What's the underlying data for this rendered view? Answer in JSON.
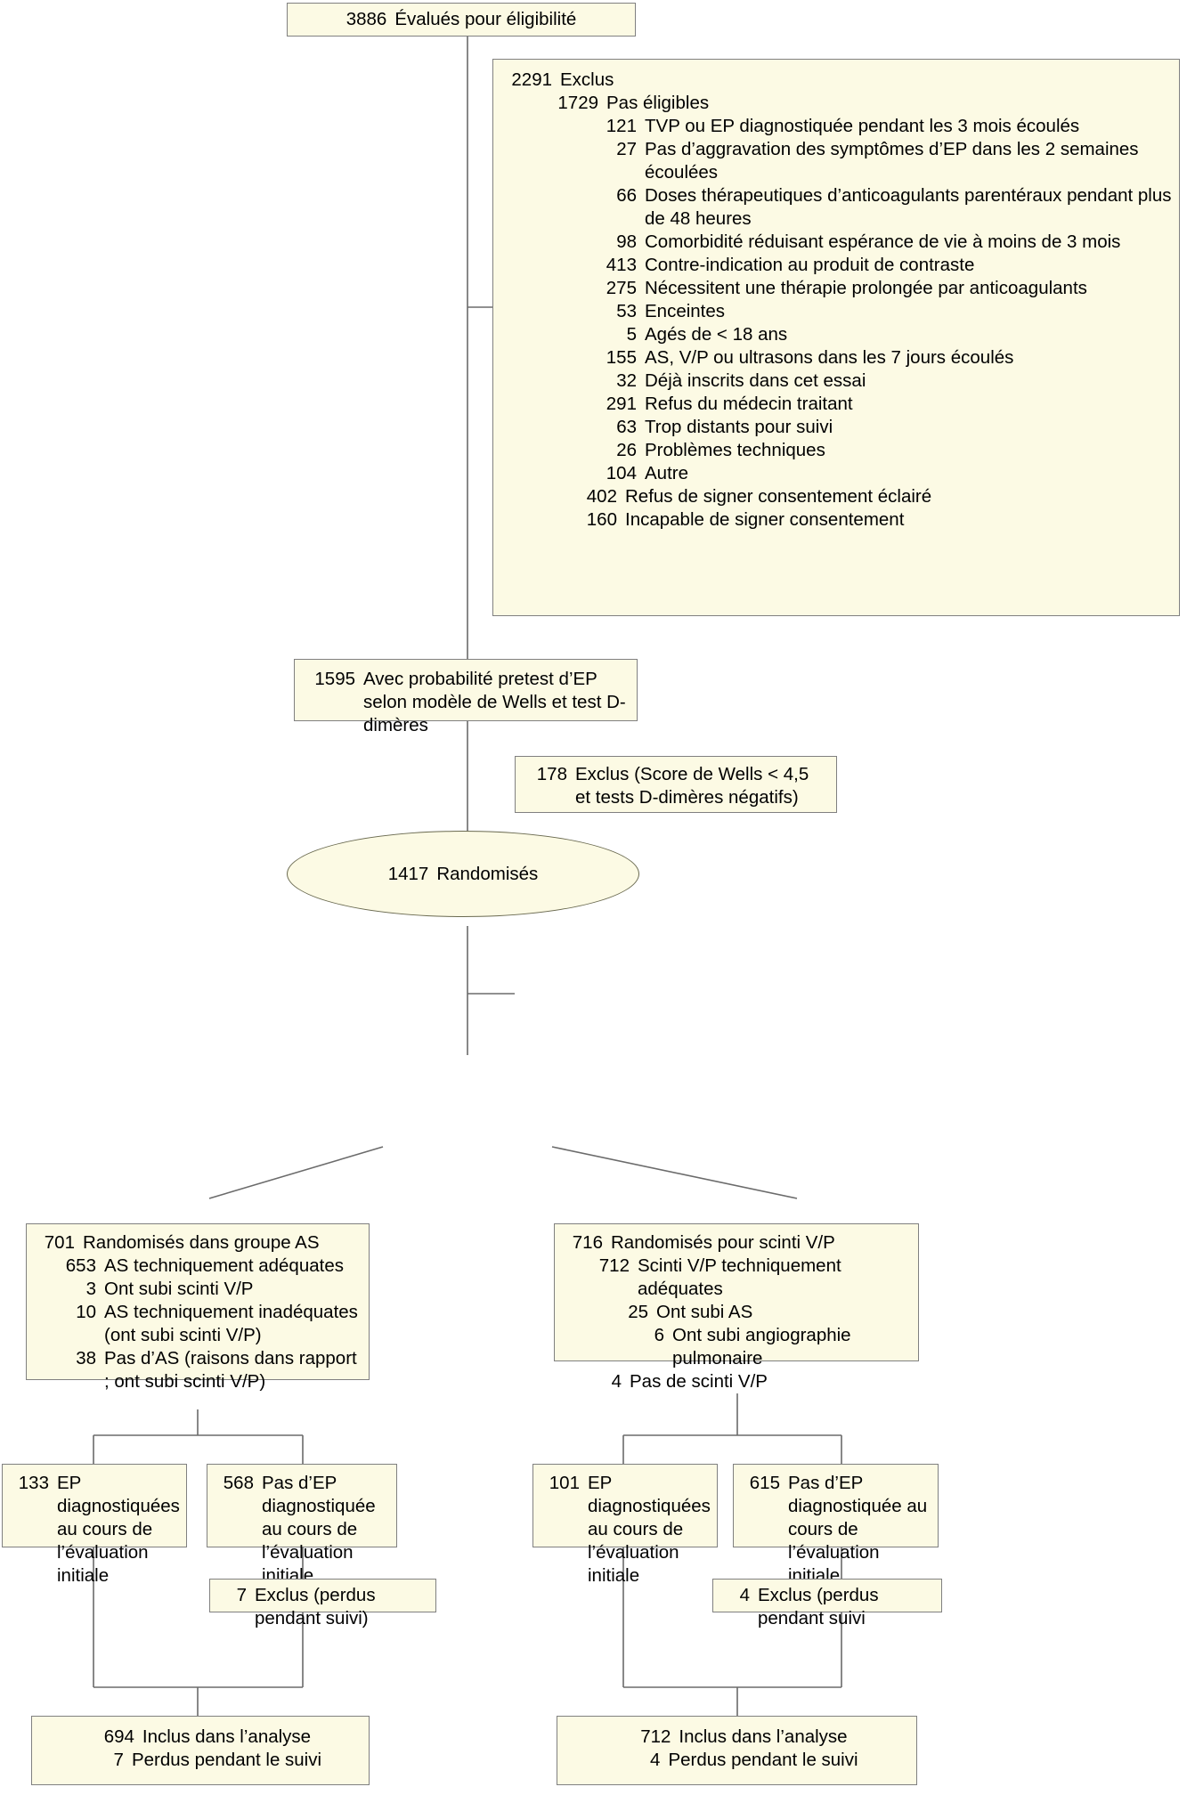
{
  "diagram": {
    "type": "consort-flow-diagram",
    "language": "fr",
    "colors": {
      "box_fill": "#fcfae4",
      "box_border": "#808080",
      "line": "#6b6b6b",
      "text": "#000000"
    },
    "assessed": {
      "count": "3886",
      "label": "Évalués pour éligibilité"
    },
    "excluded": {
      "count": "2291",
      "label": "Exclus",
      "not_eligible": {
        "count": "1729",
        "label": "Pas éligibles",
        "reasons": [
          {
            "count": "121",
            "label": "TVP ou EP diagnostiquée pendant les 3 mois écoulés"
          },
          {
            "count": "27",
            "label": "Pas d’aggravation des symptômes d’EP dans les 2 semaines écoulées"
          },
          {
            "count": "66",
            "label": "Doses thérapeutiques d’anticoagulants parentéraux pendant plus de 48 heures"
          },
          {
            "count": "98",
            "label": "Comorbidité réduisant espérance de vie à moins de 3 mois"
          },
          {
            "count": "413",
            "label": "Contre-indication au produit de contraste"
          },
          {
            "count": "275",
            "label": "Nécessitent une thérapie prolongée par anticoagulants"
          },
          {
            "count": "53",
            "label": "Enceintes"
          },
          {
            "count": "5",
            "label": "Agés de < 18 ans"
          },
          {
            "count": "155",
            "label": "AS, V/P ou ultrasons dans les 7 jours écoulés"
          },
          {
            "count": "32",
            "label": "Déjà inscrits dans cet essai"
          },
          {
            "count": "291",
            "label": "Refus du médecin traitant"
          },
          {
            "count": "63",
            "label": "Trop distants pour suivi"
          },
          {
            "count": "26",
            "label": "Problèmes techniques"
          },
          {
            "count": "104",
            "label": "Autre"
          }
        ]
      },
      "other": [
        {
          "count": "402",
          "label": "Refus de signer consentement éclairé"
        },
        {
          "count": "160",
          "label": "Incapable de signer consentement"
        }
      ]
    },
    "pretest": {
      "count": "1595",
      "label": "Avec probabilité pretest d’EP selon modèle de Wells et test D-dimères"
    },
    "excluded_wells": {
      "count": "178",
      "label": "Exclus (Score de Wells < 4,5 et tests D-dimères négatifs)"
    },
    "randomized": {
      "count": "1417",
      "label": "Randomisés"
    },
    "arm_left": {
      "header": {
        "count": "701",
        "label": "Randomisés dans groupe AS"
      },
      "items": [
        {
          "count": "653",
          "label": "AS techniquement adéquates",
          "level": 1
        },
        {
          "count": "3",
          "label": "Ont subi scinti V/P",
          "level": 2
        },
        {
          "count": "10",
          "label": "AS techniquement inadéquates (ont subi scinti V/P)",
          "level": 2
        },
        {
          "count": "38",
          "label": "Pas d’AS (raisons dans rapport ; ont subi scinti V/P)",
          "level": 2
        }
      ],
      "outcome_positive": {
        "count": "133",
        "label": "EP diagnostiquées au cours de l’évaluation initiale"
      },
      "outcome_negative": {
        "count": "568",
        "label": "Pas d’EP diagnostiquée au cours de l’évaluation initiale"
      },
      "excluded_followup": {
        "count": "7",
        "label": "Exclus (perdus pendant suivi)"
      },
      "analysis": [
        {
          "count": "694",
          "label": "Inclus dans l’analyse"
        },
        {
          "count": "7",
          "label": "Perdus pendant le suivi"
        }
      ]
    },
    "arm_right": {
      "header": {
        "count": "716",
        "label": "Randomisés pour scinti V/P"
      },
      "items": [
        {
          "count": "712",
          "label": "Scinti V/P techniquement adéquates",
          "level": 1
        },
        {
          "count": "25",
          "label": "Ont subi AS",
          "level": 2
        },
        {
          "count": "6",
          "label": "Ont subi angiographie pulmonaire",
          "level": 3
        },
        {
          "count": "4",
          "label": "Pas de scinti V/P",
          "level": 2
        }
      ],
      "outcome_positive": {
        "count": "101",
        "label": "EP diagnostiquées au cours de l’évaluation initiale"
      },
      "outcome_negative": {
        "count": "615",
        "label": "Pas d’EP diagnostiquée au cours de l’évaluation initiale"
      },
      "excluded_followup": {
        "count": "4",
        "label": "Exclus (perdus pendant suivi"
      },
      "analysis": [
        {
          "count": "712",
          "label": "Inclus dans l’analyse"
        },
        {
          "count": "4",
          "label": "Perdus pendant le suivi"
        }
      ]
    }
  }
}
